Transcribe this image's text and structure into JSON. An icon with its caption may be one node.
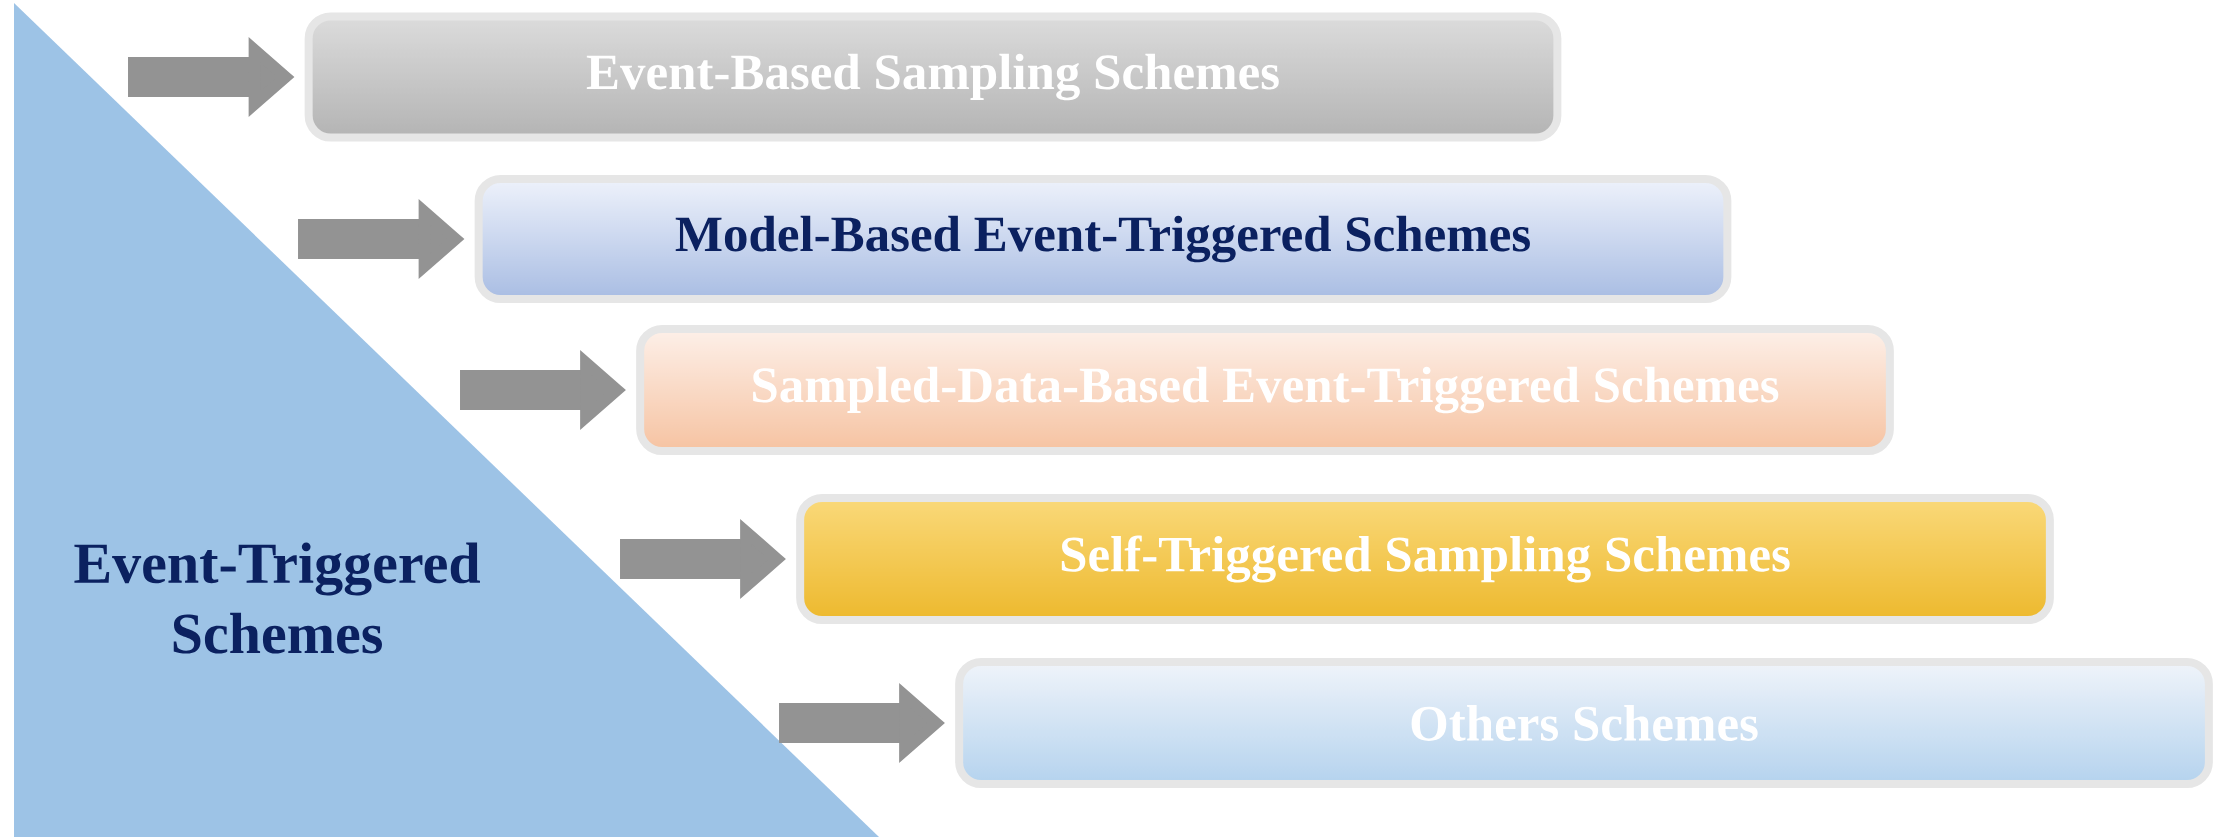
{
  "diagram": {
    "nodes": [
      {
        "text": [
          "Event-Triggered Schemes"
        ]
      },
      {
        "text": [
          "Event-Based Sampling Schemes"
        ]
      },
      {
        "text": [
          "Model-Based Event-Triggered Schemes"
        ]
      },
      {
        "text": [
          "Sampled-Data-Based Event-Triggered Schemes"
        ]
      },
      {
        "text": [
          "Self-Triggered Sampling Schemes"
        ]
      },
      {
        "text": [
          "Others Schemes"
        ]
      }
    ],
    "edges": [
      {
        "from": 0,
        "to": 1,
        "arrow": "to"
      },
      {
        "from": 0,
        "to": 2,
        "arrow": "to"
      },
      {
        "from": 0,
        "to": 3,
        "arrow": "to"
      },
      {
        "from": 0,
        "to": 4,
        "arrow": "to"
      },
      {
        "from": 0,
        "to": 5,
        "arrow": "to"
      }
    ]
  }
}
